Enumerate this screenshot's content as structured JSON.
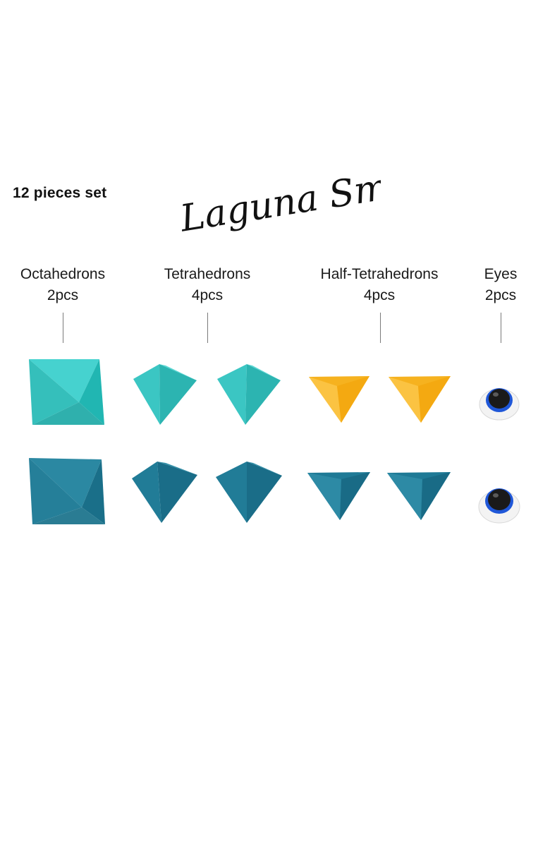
{
  "set_label": "12 pieces set",
  "title": "Laguna Small",
  "columns": [
    {
      "name": "Octahedrons",
      "count": "2pcs"
    },
    {
      "name": "Tetrahedrons",
      "count": "4pcs"
    },
    {
      "name": "Half-Tetrahedrons",
      "count": "4pcs"
    },
    {
      "name": "Eyes",
      "count": "2pcs"
    }
  ],
  "colors": {
    "turquoise": "#3cc8c4",
    "teal_dark": "#1d7f9a",
    "yellow": "#f7b52a",
    "eye_blue": "#1f57d8"
  }
}
